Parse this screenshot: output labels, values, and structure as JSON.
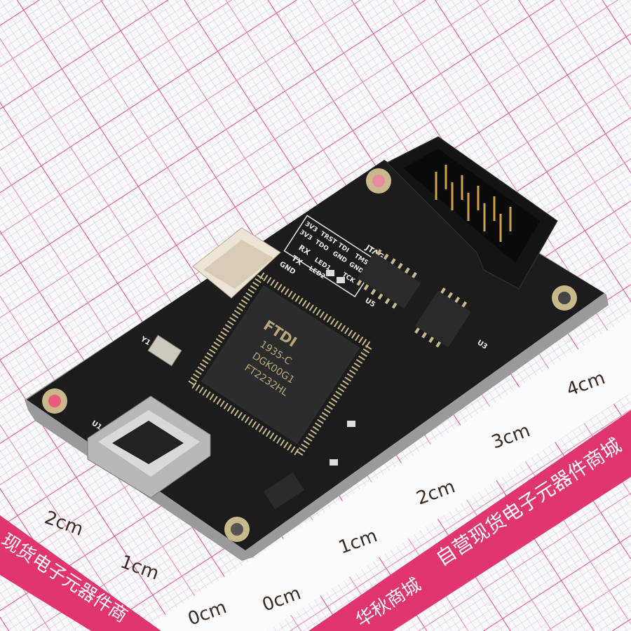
{
  "colors": {
    "grid": "#e8508a",
    "pcb": "#1a1a1a",
    "band": "#e0356e",
    "silk": "#e8e8e8",
    "chip": "#2a2a2a"
  },
  "chip": {
    "logo": "FTDI",
    "line1": "1935-C",
    "line2": "DGK00G1",
    "line3": "FT2232HL"
  },
  "pcb_labels": {
    "jtag": "JTAG",
    "pins": [
      "3V3",
      "3V3",
      "TRST",
      "TDO",
      "TDI",
      "GND",
      "TMS",
      "GND",
      "TCK"
    ],
    "rx": "RX",
    "tx": "TX",
    "led1": "LED1",
    "led2": "LED2",
    "gnd": "GND",
    "u5": "U5",
    "u3": "U3",
    "y1": "Y1",
    "u1": "U1"
  },
  "ruler": {
    "ticks": [
      "0cm",
      "1cm",
      "2cm",
      "3cm",
      "4cm"
    ],
    "left_ticks": [
      "1cm",
      "2cm"
    ]
  },
  "band": {
    "brand": "华秋商城",
    "slogan": "自营现货电子元器件商城",
    "left_slogan": "现货电子元器件商"
  }
}
